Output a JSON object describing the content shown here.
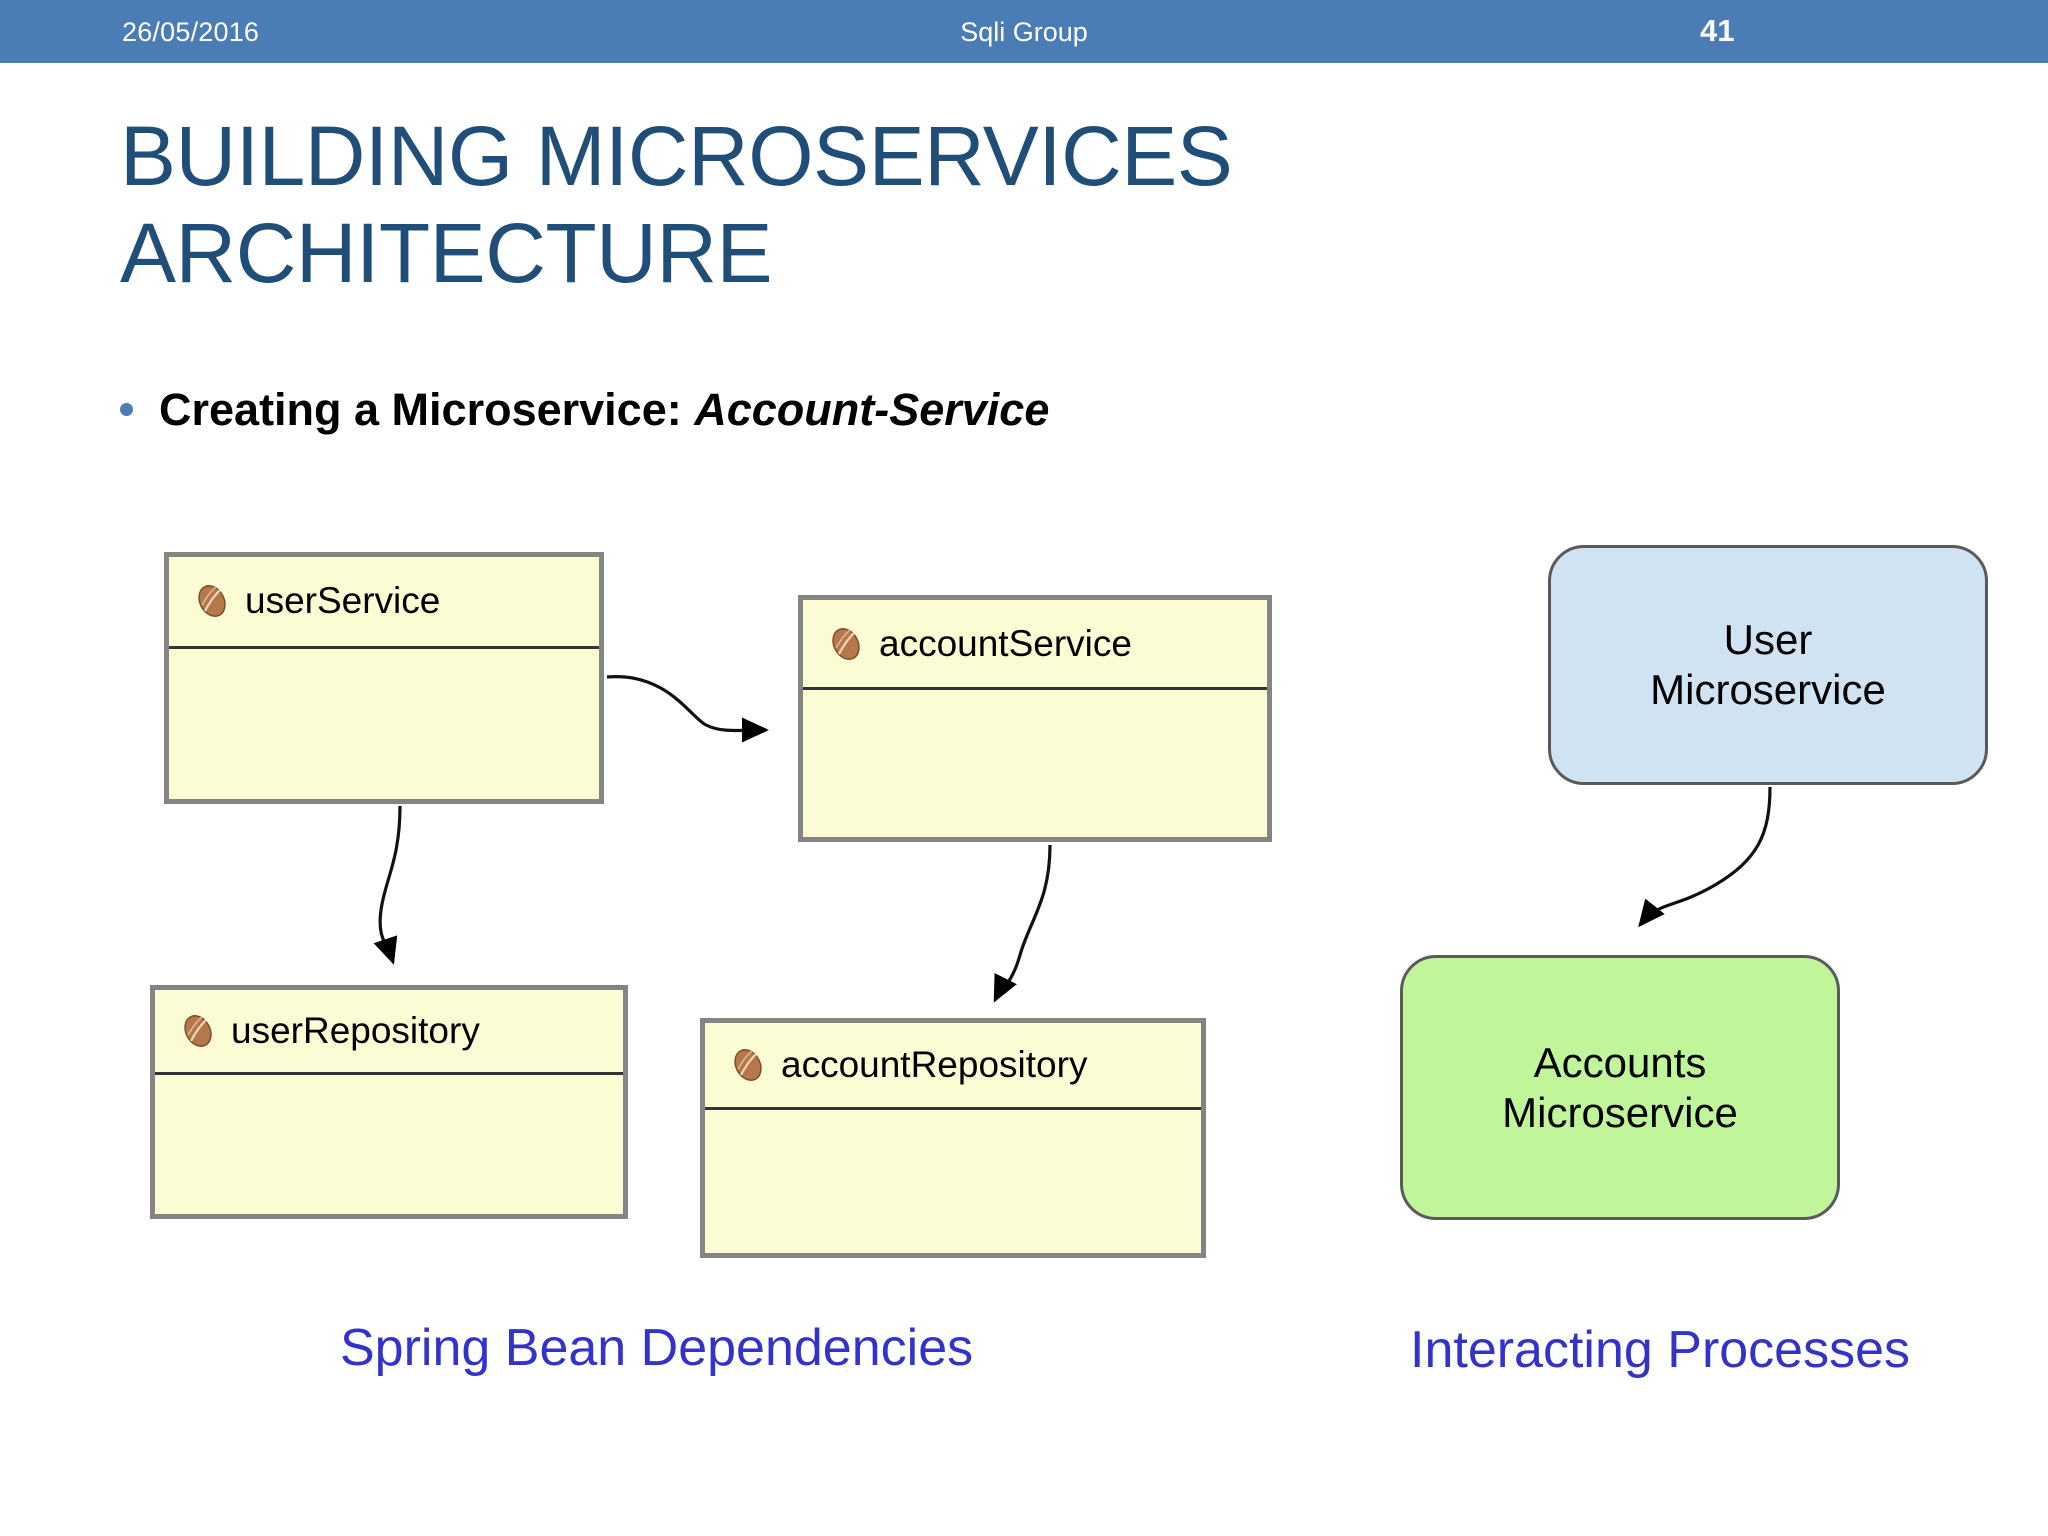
{
  "header": {
    "date": "26/05/2016",
    "org": "Sqli Group",
    "page_number": "41",
    "bar_color": "#4a7cb5"
  },
  "title": {
    "line1": "BUILDING MICROSERVICES",
    "line2": "ARCHITECTURE",
    "color": "#1f4e79"
  },
  "bullet": {
    "prefix": "Creating a Microservice:",
    "emphasis": "Account-Service",
    "marker": "bullet-dot"
  },
  "diagrams": {
    "left": {
      "caption": "Spring Bean Dependencies",
      "caption_color": "#3333cc",
      "nodes": [
        {
          "id": "userService",
          "label": "userService",
          "icon": "spring-bean-icon",
          "fill": "#fcfcd4",
          "border": "#848484"
        },
        {
          "id": "accountService",
          "label": "accountService",
          "icon": "spring-bean-icon",
          "fill": "#fcfcd4",
          "border": "#848484"
        },
        {
          "id": "userRepository",
          "label": "userRepository",
          "icon": "spring-bean-icon",
          "fill": "#fcfcd4",
          "border": "#848484"
        },
        {
          "id": "accountRepository",
          "label": "accountRepository",
          "icon": "spring-bean-icon",
          "fill": "#fcfcd4",
          "border": "#848484"
        }
      ],
      "edges": [
        {
          "from": "userService",
          "to": "accountService"
        },
        {
          "from": "userService",
          "to": "userRepository"
        },
        {
          "from": "accountService",
          "to": "accountRepository"
        }
      ]
    },
    "right": {
      "caption": "Interacting Processes",
      "caption_color": "#3333cc",
      "nodes": [
        {
          "id": "userMicroservice",
          "line1": "User",
          "line2": "Microservice",
          "fill": "#cfe3f3",
          "border": "#5a5a5a"
        },
        {
          "id": "accountsMicroservice",
          "line1": "Accounts",
          "line2": "Microservice",
          "fill": "#c0f59a",
          "border": "#5a5a5a"
        }
      ],
      "edges": [
        {
          "from": "userMicroservice",
          "to": "accountsMicroservice"
        }
      ]
    }
  }
}
